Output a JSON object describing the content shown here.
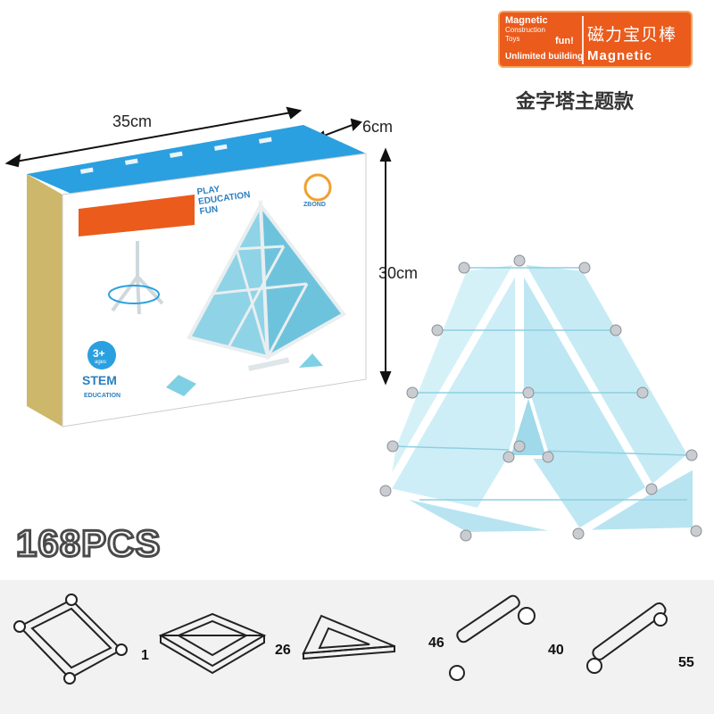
{
  "brand_logo": {
    "line1": "Magnetic",
    "line2": "Construction",
    "line3": "Toys",
    "fun": "fun!",
    "unlimited": "Unlimited building",
    "chinese_name": "磁力宝贝棒",
    "magnetic": "Magnetic",
    "colors": {
      "background": "#ea5b1c",
      "border": "#f3a35d"
    }
  },
  "subtitle": "金字塔主题款",
  "dimensions": {
    "length": "35cm",
    "depth": "6cm",
    "height": "30cm"
  },
  "box_front": {
    "slogan": [
      "PLAY",
      "EDUCATION",
      "FUN"
    ],
    "brand_badge": "ZBOND",
    "age": "3+",
    "age_unit": "ages",
    "stem": "STEM",
    "education": "EDUCATION"
  },
  "piece_count_label": "168PCS",
  "pieces": [
    {
      "icon": "large-square-frame-icon",
      "count": "1"
    },
    {
      "icon": "square-panel-icon",
      "count": "26"
    },
    {
      "icon": "triangle-panel-icon",
      "count": "46"
    },
    {
      "icon": "rod-with-ball-icon",
      "count": "40"
    },
    {
      "icon": "magnetic-rod-icon",
      "count": "55"
    }
  ],
  "colors": {
    "accent_blue": "#7fd0e4",
    "tile_blue": "#bfe8f3",
    "band_gray": "#f2f2f2"
  }
}
